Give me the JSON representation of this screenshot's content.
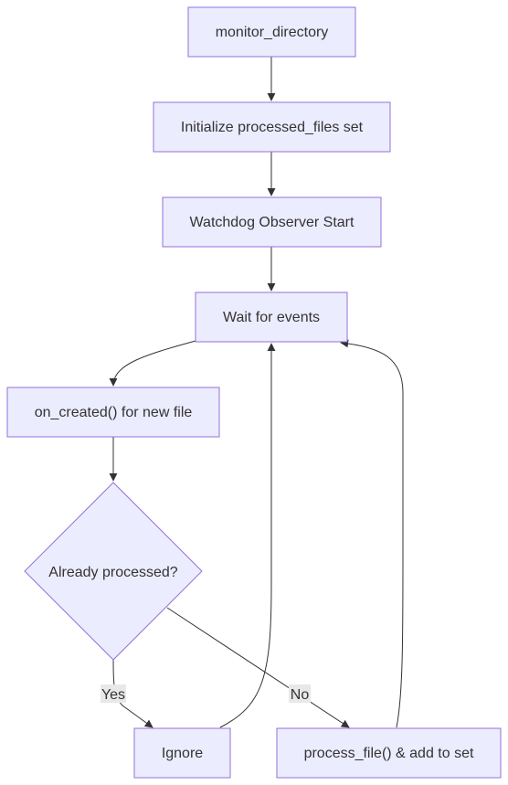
{
  "nodes": {
    "monitor": "monitor_directory",
    "init": "Initialize processed_files set",
    "observer": "Watchdog Observer Start",
    "wait": "Wait for events",
    "on_created": "on_created() for new file",
    "decision": "Already processed?",
    "ignore": "Ignore",
    "process": "process_file() & add to set"
  },
  "edges": {
    "yes_label": "Yes",
    "no_label": "No"
  },
  "colors": {
    "node_fill": "#ECECFF",
    "node_stroke": "#9370DB",
    "edge": "#333333",
    "label_bg": "#e8e8e8",
    "text": "#333333"
  }
}
